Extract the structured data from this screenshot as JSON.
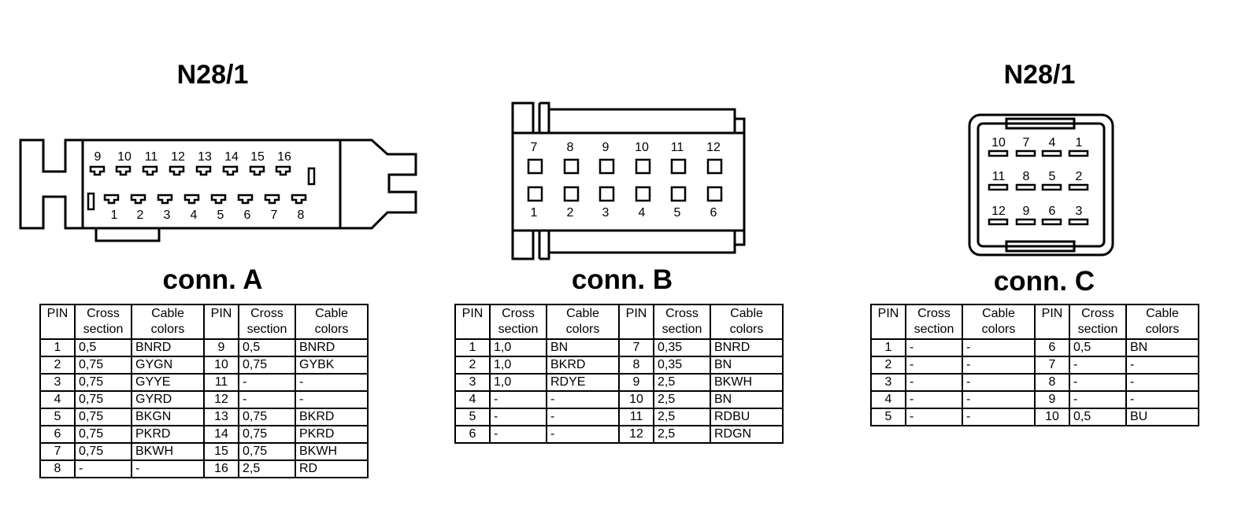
{
  "header_left": "N28/1",
  "header_right": "N28/1",
  "connectors": [
    {
      "id": "A",
      "title": "conn. A",
      "top_pins": [
        "9",
        "10",
        "11",
        "12",
        "13",
        "14",
        "15",
        "16"
      ],
      "bottom_pins": [
        "1",
        "2",
        "3",
        "4",
        "5",
        "6",
        "7",
        "8"
      ]
    },
    {
      "id": "B",
      "title": "conn. B",
      "top_pins": [
        "7",
        "8",
        "9",
        "10",
        "11",
        "12"
      ],
      "bottom_pins": [
        "1",
        "2",
        "3",
        "4",
        "5",
        "6"
      ]
    },
    {
      "id": "C",
      "title": "conn. C",
      "rows": [
        [
          "10",
          "7",
          "4",
          "1"
        ],
        [
          "11",
          "8",
          "5",
          "2"
        ],
        [
          "12",
          "9",
          "6",
          "3"
        ]
      ]
    }
  ],
  "table_headers": {
    "pin": "PIN",
    "cross_1": "Cross",
    "cross_2": "section",
    "cable_1": "Cable",
    "cable_2": "colors"
  },
  "tables": {
    "A": [
      [
        "1",
        "0,5",
        "BNRD",
        "9",
        "0,5",
        "BNRD"
      ],
      [
        "2",
        "0,75",
        "GYGN",
        "10",
        "0,75",
        "GYBK"
      ],
      [
        "3",
        "0,75",
        "GYYE",
        "11",
        "-",
        "-"
      ],
      [
        "4",
        "0,75",
        "GYRD",
        "12",
        "-",
        "-"
      ],
      [
        "5",
        "0,75",
        "BKGN",
        "13",
        "0,75",
        "BKRD"
      ],
      [
        "6",
        "0,75",
        "PKRD",
        "14",
        "0,75",
        "PKRD"
      ],
      [
        "7",
        "0,75",
        "BKWH",
        "15",
        "0,75",
        "BKWH"
      ],
      [
        "8",
        "-",
        "-",
        "16",
        "2,5",
        "RD"
      ]
    ],
    "B": [
      [
        "1",
        "1,0",
        "BN",
        "7",
        "0,35",
        "BNRD"
      ],
      [
        "2",
        "1,0",
        "BKRD",
        "8",
        "0,35",
        "BN"
      ],
      [
        "3",
        "1,0",
        "RDYE",
        "9",
        "2,5",
        "BKWH"
      ],
      [
        "4",
        "-",
        "-",
        "10",
        "2,5",
        "BN"
      ],
      [
        "5",
        "-",
        "-",
        "11",
        "2,5",
        "RDBU"
      ],
      [
        "6",
        "-",
        "-",
        "12",
        "2,5",
        "RDGN"
      ]
    ],
    "C": [
      [
        "1",
        "-",
        "-",
        "6",
        "0,5",
        "BN"
      ],
      [
        "2",
        "-",
        "-",
        "7",
        "-",
        "-"
      ],
      [
        "3",
        "-",
        "-",
        "8",
        "-",
        "-"
      ],
      [
        "4",
        "-",
        "-",
        "9",
        "-",
        "-"
      ],
      [
        "5",
        "-",
        "-",
        "10",
        "0,5",
        "BU"
      ]
    ]
  }
}
